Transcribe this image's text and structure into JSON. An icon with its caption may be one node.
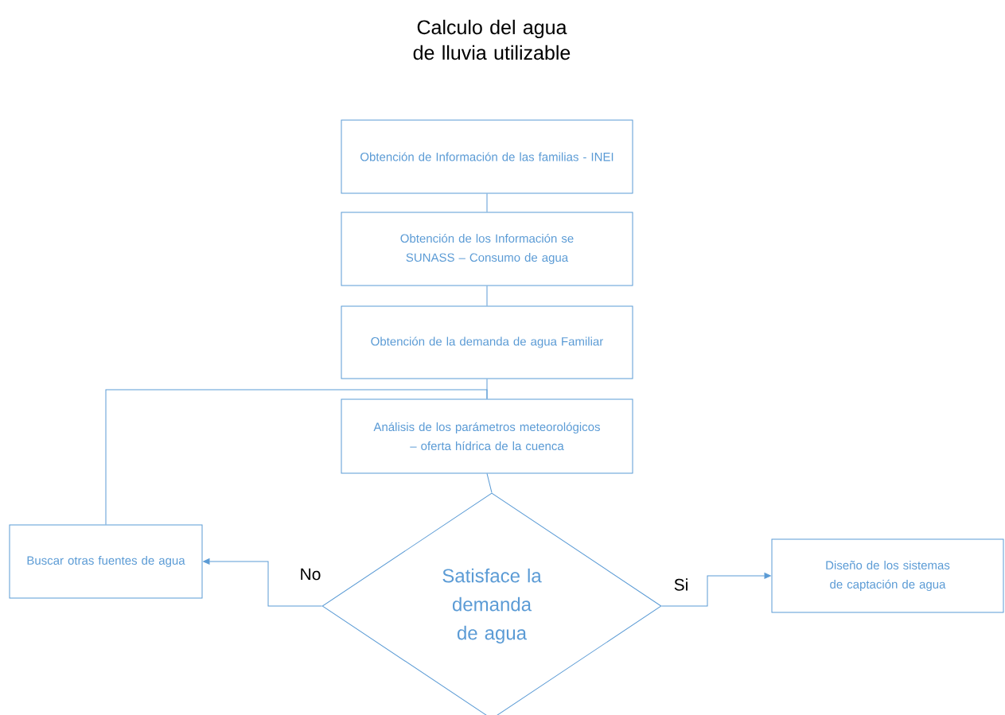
{
  "diagram": {
    "title": "Calculo del agua de lluvia utilizable",
    "nodes": [
      {
        "text": [
          "Obtención de Información de las familias - INEI"
        ]
      },
      {
        "text": [
          "Obtención de los Información se SUNASS – Consumo de agua"
        ]
      },
      {
        "text": [
          "Obtención de la demanda de agua Familiar"
        ]
      },
      {
        "text": [
          "Análisis de los parámetros meteorológicos – oferta  hídrica de la cuenca"
        ]
      },
      {
        "text": [
          "Satisface la demanda de agua"
        ]
      },
      {
        "text": [
          "Buscar otras fuentes de agua"
        ]
      },
      {
        "text": [
          "Diseño de los sistemas de captación de agua"
        ]
      }
    ],
    "edges": [
      {
        "from": 0,
        "to": 1,
        "arrow": "none"
      },
      {
        "from": 1,
        "to": 2,
        "arrow": "none"
      },
      {
        "from": 2,
        "to": 3,
        "arrow": "none"
      },
      {
        "from": 3,
        "to": 4,
        "arrow": "none"
      },
      {
        "from": 4,
        "to": 5,
        "arrow": "to",
        "label": "No"
      },
      {
        "from": 4,
        "to": 6,
        "arrow": "to",
        "label": "Si"
      },
      {
        "from": 5,
        "to": 3,
        "arrow": "none"
      }
    ]
  }
}
